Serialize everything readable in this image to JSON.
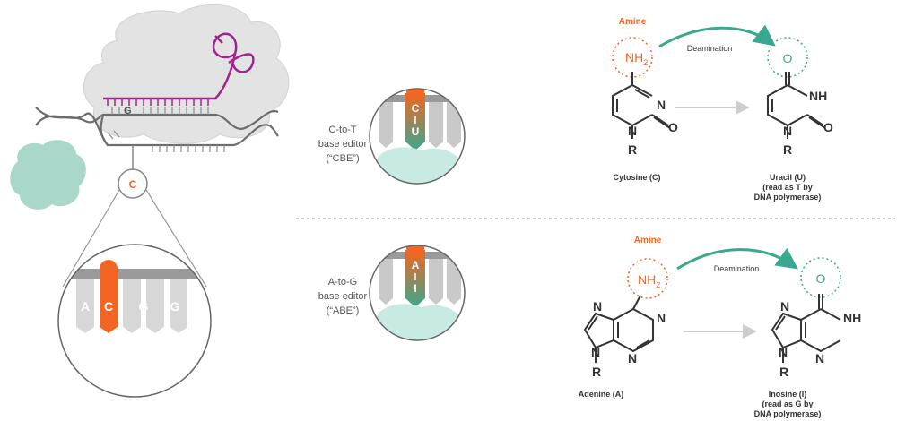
{
  "colors": {
    "orange": "#f26522",
    "teal": "#3aa88e",
    "magenta": "#a0248f",
    "gray": "#9a9a9a",
    "dark": "#333333"
  },
  "left_panel": {
    "strand_letter": "G",
    "target_letter": "C",
    "zoom_letters": [
      "A",
      "C",
      "G",
      "G"
    ]
  },
  "cbe": {
    "label_line1": "C-to-T",
    "label_line2": "base editor",
    "label_line3": "(“CBE”)",
    "base_top": "C",
    "base_bottom": "U",
    "amine_label": "Amine",
    "nh2": "NH",
    "nh2_sub": "2",
    "reaction_label": "Deamination",
    "product_o": "O",
    "substrate_name": "Cytosine (C)",
    "product_name": "Uracil (U)",
    "product_note_line1": "(read as T by",
    "product_note_line2": "DNA polymerase)"
  },
  "abe": {
    "label_line1": "A-to-G",
    "label_line2": "base editor",
    "label_line3": "(“ABE”)",
    "base_top": "A",
    "base_bottom": "I",
    "amine_label": "Amine",
    "nh2": "NH",
    "nh2_sub": "2",
    "reaction_label": "Deamination",
    "product_o": "O",
    "substrate_name": "Adenine (A)",
    "product_name": "Inosine (I)",
    "product_note_line1": "(read as G by",
    "product_note_line2": "DNA polymerase)"
  },
  "atoms": {
    "N": "N",
    "O": "O",
    "R": "R",
    "NH": "NH"
  }
}
